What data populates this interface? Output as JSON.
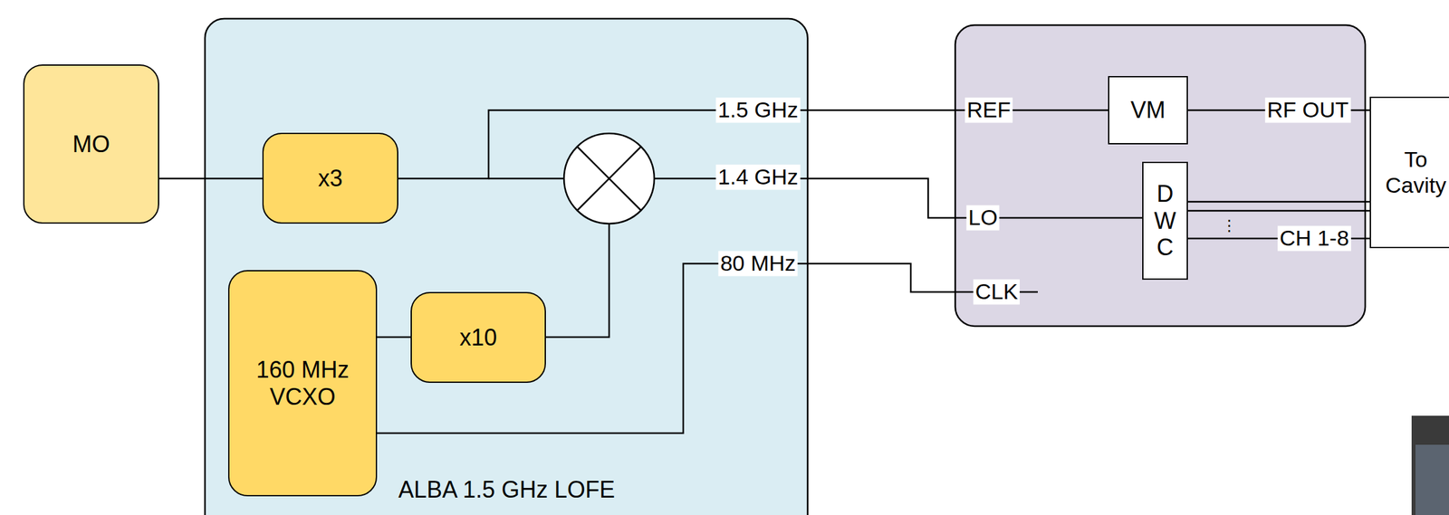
{
  "diagram": {
    "nodes": [
      {
        "text": [
          "MO"
        ]
      },
      {
        "text": [
          "ALBA 1.5 GHz LOFE"
        ]
      },
      {
        "text": [
          "x3"
        ],
        "in": 1
      },
      {
        "text": [
          "160 MHz VCXO"
        ],
        "in": 1
      },
      {
        "text": [
          "x10"
        ],
        "in": 1
      },
      {
        "text": [
          "REF",
          "LO",
          "CLK",
          "RF OUT",
          "CH 1-8"
        ]
      },
      {
        "text": [
          "VM"
        ],
        "in": 5
      },
      {
        "text": [
          "D W C"
        ],
        "in": 5
      },
      {
        "text": [
          "To Cavity"
        ]
      }
    ],
    "edges": [
      {
        "from": 0,
        "to": 2,
        "arrow": "none"
      },
      {
        "from": 2,
        "to": 6,
        "label": "1.5 GHz",
        "arrow": "none"
      },
      {
        "from": 3,
        "to": 4,
        "arrow": "none"
      },
      {
        "from": 3,
        "to": 5,
        "label": "80 MHz",
        "arrow": "none"
      },
      {
        "from": 6,
        "to": 8,
        "arrow": "none"
      },
      {
        "from": 7,
        "to": 8,
        "arrow": "none"
      }
    ],
    "labels": [
      "1.4 GHz",
      "⋮"
    ]
  }
}
